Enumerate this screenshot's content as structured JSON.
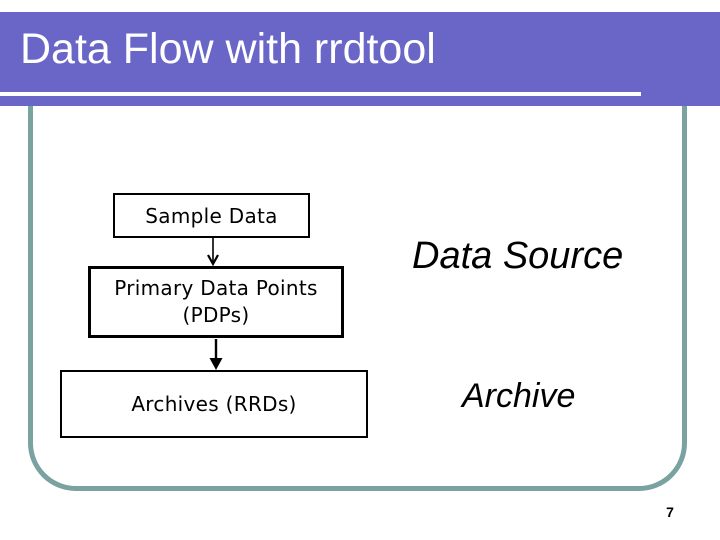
{
  "slide": {
    "title": "Data Flow with rrdtool",
    "page_number": "7",
    "colors": {
      "header_bar": "#6966c8",
      "frame_border": "#7aa2a0",
      "box_border": "#000000",
      "title_text": "#ffffff",
      "body_text": "#000000"
    },
    "diagram": {
      "boxes": {
        "sample": {
          "label": "Sample Data"
        },
        "pdp": {
          "line1": "Primary Data Points",
          "line2": "(PDPs)"
        },
        "archives": {
          "label": "Archives (RRDs)"
        }
      },
      "annotations": {
        "data_source": "Data Source",
        "archive": "Archive"
      }
    }
  }
}
